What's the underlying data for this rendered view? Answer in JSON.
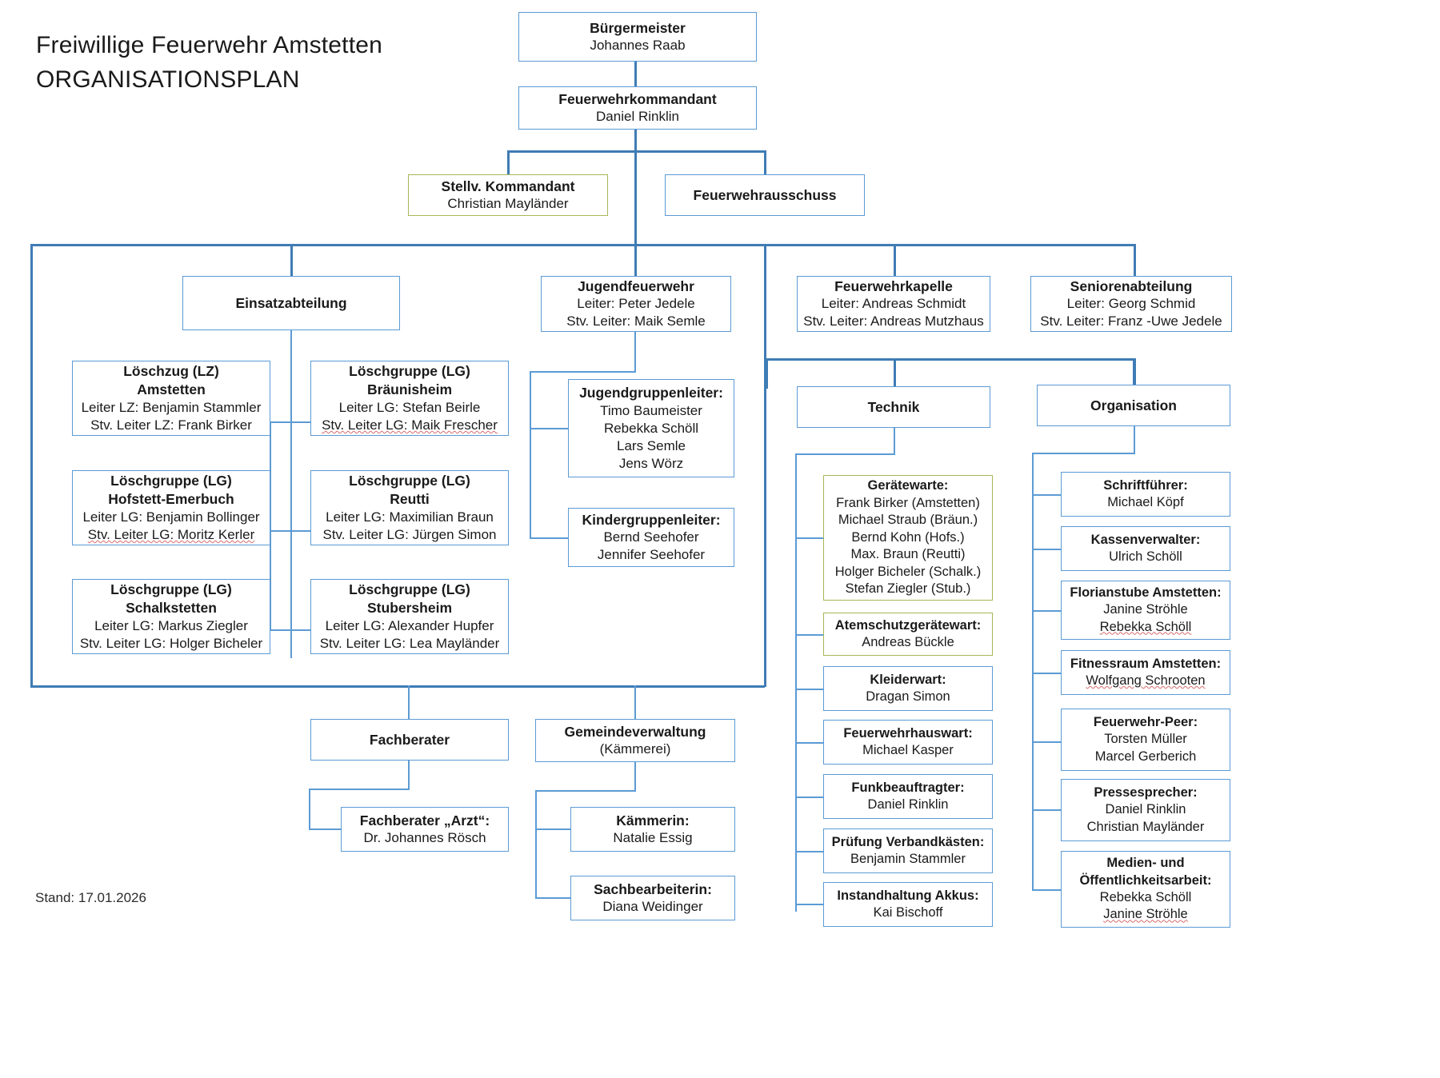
{
  "title": {
    "line1": "Freiwillige Feuerwehr Amstetten",
    "line2": "ORGANISATIONSPLAN"
  },
  "footer": {
    "stand": "Stand: 17.01.2026"
  },
  "colors": {
    "box_border": "#5b9bd5",
    "highlight_border": "#a5b856",
    "connector": "#3f7cb5",
    "text": "#1a1a1a"
  },
  "nodes": {
    "buergermeister": {
      "title": "Bürgermeister",
      "lines": [
        "Johannes Raab"
      ]
    },
    "kommandant": {
      "title": "Feuerwehrkommandant",
      "lines": [
        "Daniel Rinklin"
      ]
    },
    "stellv_kommandant": {
      "title": "Stellv. Kommandant",
      "lines": [
        "Christian Mayländer"
      ]
    },
    "feuerwehrausschuss": {
      "title": "Feuerwehrausschuss",
      "lines": []
    },
    "einsatzabteilung": {
      "title": "Einsatzabteilung",
      "lines": []
    },
    "jugendfeuerwehr": {
      "title": "Jugendfeuerwehr",
      "lines": [
        "Leiter: Peter Jedele",
        "Stv. Leiter: Maik Semle"
      ]
    },
    "feuerwehrkapelle": {
      "title": "Feuerwehrkapelle",
      "lines": [
        "Leiter: Andreas Schmidt",
        "Stv. Leiter: Andreas Mutzhaus"
      ]
    },
    "seniorenabteilung": {
      "title": "Seniorenabteilung",
      "lines": [
        "Leiter: Georg Schmid",
        "Stv. Leiter: Franz -Uwe Jedele"
      ]
    },
    "lz_amstetten": {
      "title1": "Löschzug (LZ)",
      "title2": "Amstetten",
      "lines": [
        "Leiter LZ: Benjamin Stammler",
        "Stv. Leiter LZ: Frank Birker"
      ]
    },
    "lg_braeunisheim": {
      "title1": "Löschgruppe (LG)",
      "title2": "Bräunisheim",
      "lines": [
        "Leiter LG: Stefan Beirle",
        "Stv. Leiter LG: Maik Frescher"
      ]
    },
    "lg_hofstett": {
      "title1": "Löschgruppe (LG)",
      "title2": "Hofstett-Emerbuch",
      "lines": [
        "Leiter LG: Benjamin Bollinger",
        "Stv. Leiter LG: Moritz Kerler"
      ]
    },
    "lg_reutti": {
      "title1": "Löschgruppe (LG)",
      "title2": "Reutti",
      "lines": [
        "Leiter LG: Maximilian Braun",
        "Stv. Leiter LG: Jürgen Simon"
      ]
    },
    "lg_schalkstetten": {
      "title1": "Löschgruppe (LG)",
      "title2": "Schalkstetten",
      "lines": [
        "Leiter LG: Markus Ziegler",
        "Stv. Leiter LG: Holger Bicheler"
      ]
    },
    "lg_stubersheim": {
      "title1": "Löschgruppe (LG)",
      "title2": "Stubersheim",
      "lines": [
        "Leiter LG: Alexander Hupfer",
        "Stv. Leiter LG: Lea Mayländer"
      ]
    },
    "jugendgruppenleiter": {
      "title": "Jugendgruppenleiter:",
      "lines": [
        "Timo Baumeister",
        "Rebekka Schöll",
        "Lars Semle",
        "Jens Wörz"
      ]
    },
    "kindergruppenleiter": {
      "title": "Kindergruppenleiter:",
      "lines": [
        "Bernd Seehofer",
        "Jennifer Seehofer"
      ]
    },
    "technik": {
      "title": "Technik",
      "lines": []
    },
    "geraetewarte": {
      "title": "Gerätewarte:",
      "lines": [
        "Frank Birker (Amstetten)",
        "Michael Straub (Bräun.)",
        "Bernd Kohn (Hofs.)",
        "Max. Braun (Reutti)",
        "Holger Bicheler (Schalk.)",
        "Stefan Ziegler (Stub.)"
      ]
    },
    "atemschutz": {
      "title": "Atemschutzgerätewart:",
      "lines": [
        "Andreas Bückle"
      ]
    },
    "kleiderwart": {
      "title": "Kleiderwart:",
      "lines": [
        "Dragan Simon"
      ]
    },
    "hauswart": {
      "title": "Feuerwehrhauswart:",
      "lines": [
        "Michael Kasper"
      ]
    },
    "funkbeauftragter": {
      "title": "Funkbeauftragter:",
      "lines": [
        "Daniel Rinklin"
      ]
    },
    "verbandkaesten": {
      "title": "Prüfung Verbandkästen:",
      "lines": [
        "Benjamin Stammler"
      ]
    },
    "akkus": {
      "title": "Instandhaltung Akkus:",
      "lines": [
        "Kai Bischoff"
      ]
    },
    "organisation": {
      "title": "Organisation",
      "lines": []
    },
    "schriftfuehrer": {
      "title": "Schriftführer:",
      "lines": [
        "Michael Köpf"
      ]
    },
    "kassenverwalter": {
      "title": "Kassenverwalter:",
      "lines": [
        "Ulrich Schöll"
      ]
    },
    "florianstube": {
      "title": "Florianstube Amstetten:",
      "lines": [
        "Janine Ströhle",
        "Rebekka Schöll"
      ]
    },
    "fitnessraum": {
      "title": "Fitnessraum Amstetten:",
      "lines": [
        "Wolfgang Schrooten"
      ]
    },
    "peer": {
      "title": "Feuerwehr-Peer:",
      "lines": [
        "Torsten Müller",
        "Marcel Gerberich"
      ]
    },
    "pressesprecher": {
      "title": "Pressesprecher:",
      "lines": [
        "Daniel Rinklin",
        "Christian Mayländer"
      ]
    },
    "medien": {
      "title1": "Medien- und",
      "title2": "Öffentlichkeitsarbeit:",
      "lines": [
        "Rebekka Schöll",
        "Janine Ströhle"
      ]
    },
    "fachberater": {
      "title": "Fachberater",
      "lines": []
    },
    "fachberater_arzt": {
      "title": "Fachberater „Arzt“:",
      "lines": [
        "Dr. Johannes Rösch"
      ]
    },
    "gemeindeverwaltung": {
      "title": "Gemeindeverwaltung",
      "lines": [
        "(Kämmerei)"
      ]
    },
    "kaemmerin": {
      "title": "Kämmerin:",
      "lines": [
        "Natalie Essig"
      ]
    },
    "sachbearbeiterin": {
      "title": "Sachbearbeiterin:",
      "lines": [
        "Diana Weidinger"
      ]
    }
  }
}
